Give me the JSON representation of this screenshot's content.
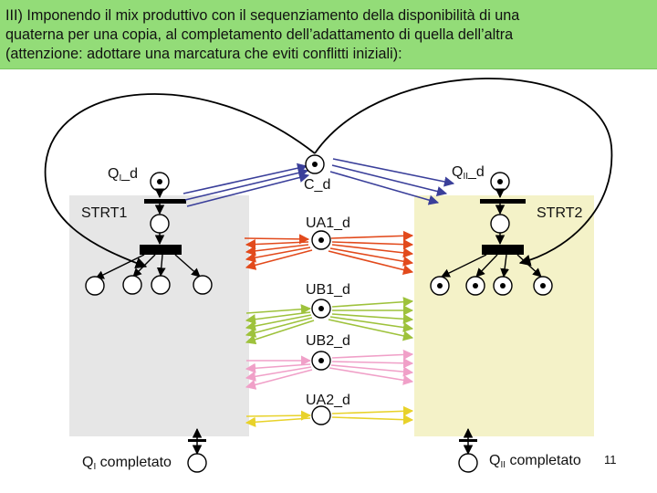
{
  "slide": {
    "title_lines": [
      "III) Imponendo il mix produttivo con il sequenziamento  della disponibilità di una",
      "quaterna per una copia, al completamento dell’adattamento di quella dell’altra",
      "(attenzione: adottare una marcatura che eviti conflitti iniziali):"
    ],
    "page_number": "11"
  },
  "labels": {
    "q1_d": {
      "base": "Q",
      "sub": "I",
      "suffix": "_d"
    },
    "q2_d": {
      "base": "Q",
      "sub": "II",
      "suffix": "_d"
    },
    "c_d": "C_d",
    "strt1": "STRT1",
    "strt2": "STRT2",
    "ua1_d": "UA1_d",
    "ub1_d": "UB1_d",
    "ub2_d": "UB2_d",
    "ua2_d": "UA2_d",
    "q1_completato": {
      "base": "Q",
      "sub": "I",
      "suffix": " completato"
    },
    "q2_completato": {
      "base": "Q",
      "sub": "II",
      "suffix": " completato"
    }
  },
  "colors": {
    "title_bg": "#93dc78",
    "left_panel": "#e6e6e6",
    "right_panel": "#f4f2c8",
    "c_arcs": "#3a3f9a",
    "ua1_arcs": "#e24a1c",
    "ub1_arcs": "#9ec23c",
    "ub2_arcs": "#f0a0c8",
    "ua2_arcs": "#e8d22a",
    "black": "#000000"
  },
  "marking": {
    "q1_d": 1,
    "c_d": 1,
    "q2_d": 1,
    "ua1_d": 1,
    "ub1_d": 1,
    "ub2_d": 1,
    "ua2_d": 0,
    "strt1": 0,
    "strt2": 0
  }
}
